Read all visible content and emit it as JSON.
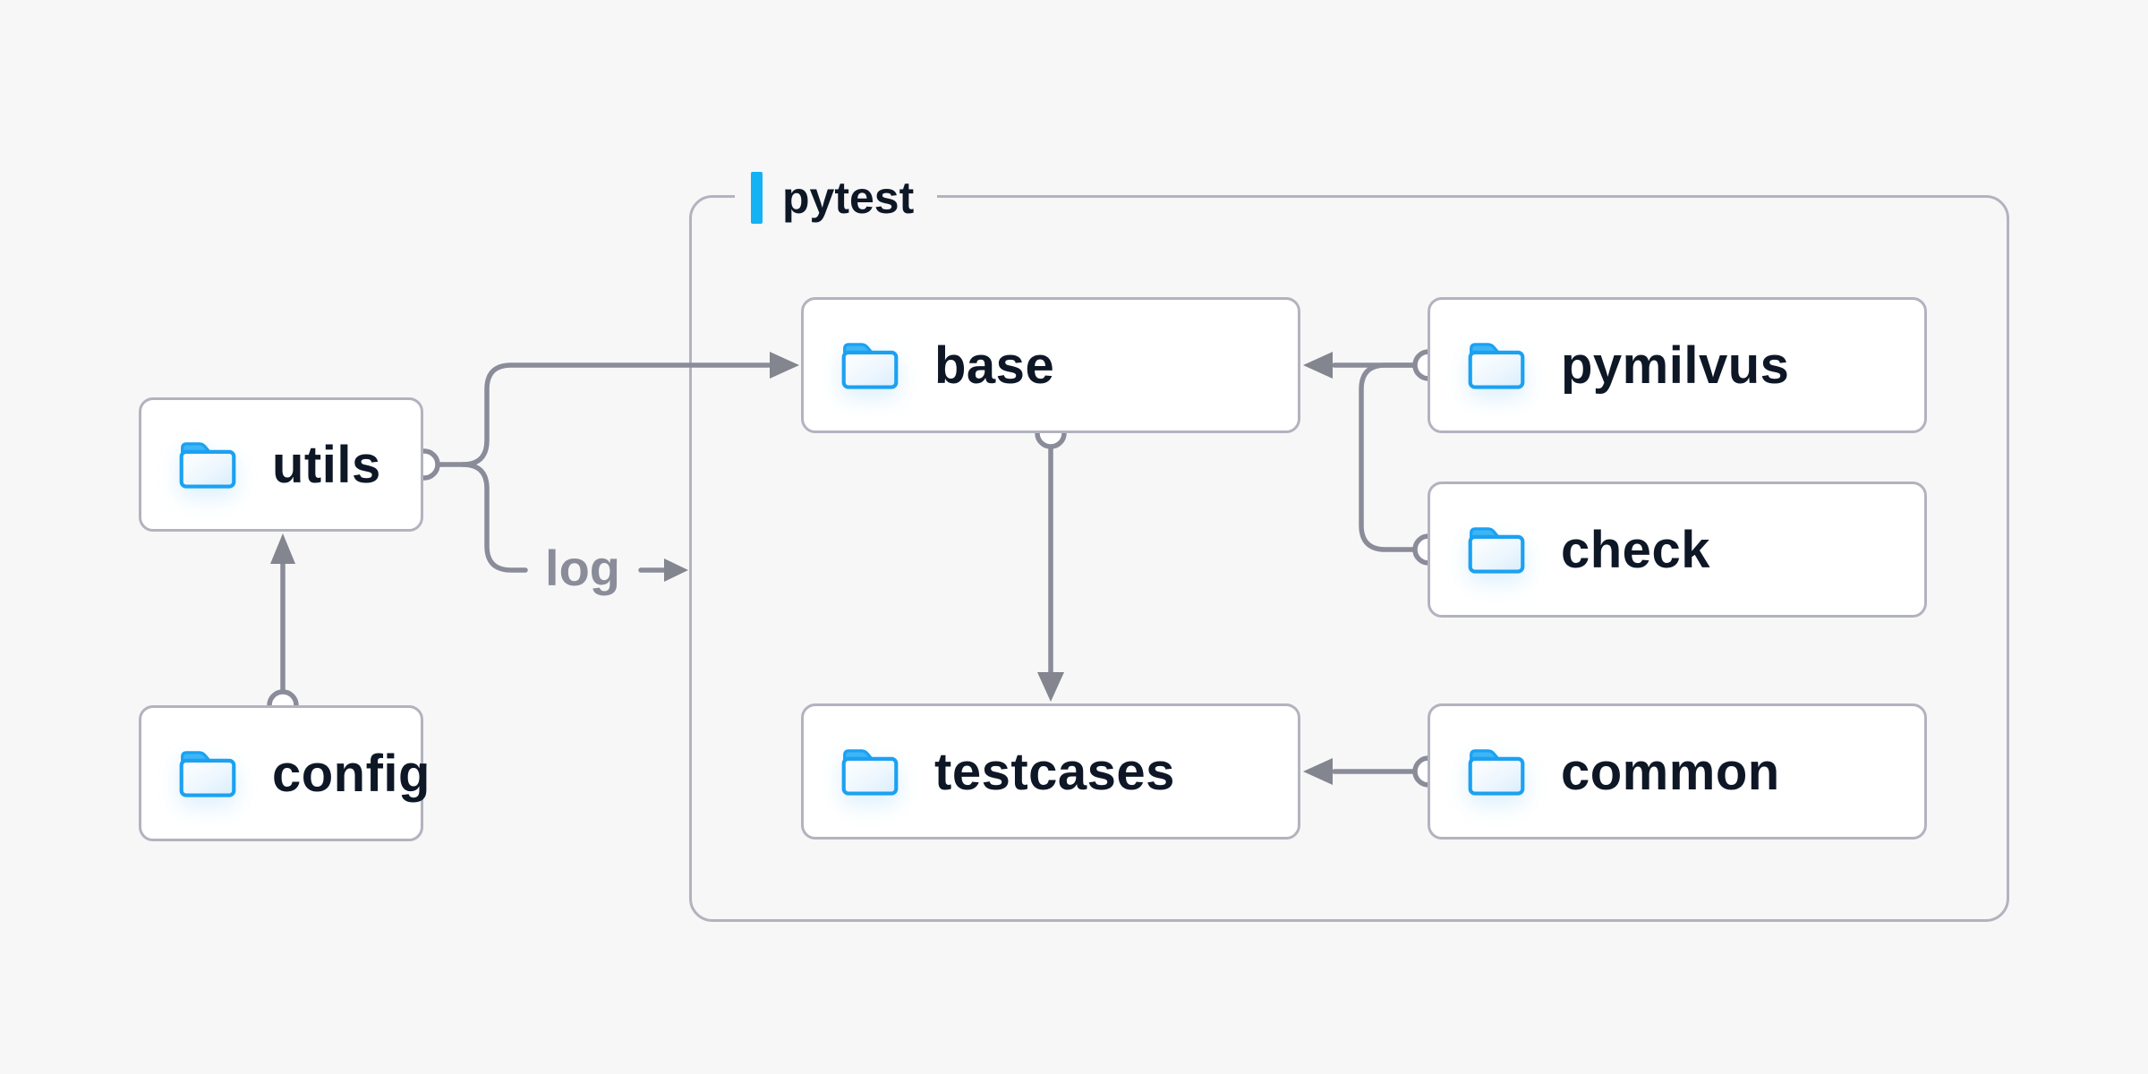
{
  "diagram": {
    "container": {
      "label": "pytest",
      "accent_icon": "accent-bar-icon"
    },
    "nodes": [
      {
        "id": "utils",
        "label": "utils",
        "icon": "folder-icon"
      },
      {
        "id": "config",
        "label": "config",
        "icon": "folder-icon"
      },
      {
        "id": "base",
        "label": "base",
        "icon": "folder-icon"
      },
      {
        "id": "pymilvus",
        "label": "pymilvus",
        "icon": "folder-icon"
      },
      {
        "id": "check",
        "label": "check",
        "icon": "folder-icon"
      },
      {
        "id": "testcases",
        "label": "testcases",
        "icon": "folder-icon"
      },
      {
        "id": "common",
        "label": "common",
        "icon": "folder-icon"
      }
    ],
    "edges": [
      {
        "from": "config",
        "to": "utils",
        "style": "arrow"
      },
      {
        "from": "utils",
        "to": "base",
        "style": "arrow"
      },
      {
        "from": "utils",
        "to": "log",
        "label": "log",
        "style": "labeled-arrow"
      },
      {
        "from": "pymilvus",
        "to": "base",
        "style": "arrow"
      },
      {
        "from": "check",
        "to": "base",
        "style": "merge"
      },
      {
        "from": "base",
        "to": "testcases",
        "style": "arrow"
      },
      {
        "from": "common",
        "to": "testcases",
        "style": "arrow"
      }
    ],
    "colors": {
      "background": "#f7f7f8",
      "node_background": "#ffffff",
      "node_border": "#b2b3bf",
      "container_border": "#b2b3bf",
      "connector": "#8a8c99",
      "arrow_head": "#83858f",
      "label_text": "#0e1726",
      "edge_label_text": "#8a8c99",
      "accent_blue": "#14b2f3",
      "folder_stroke": "#1ba1f2",
      "folder_tab": "#3eb5f5",
      "folder_fill_light": "#feffff",
      "folder_fill_dark": "#d9edfb"
    }
  }
}
